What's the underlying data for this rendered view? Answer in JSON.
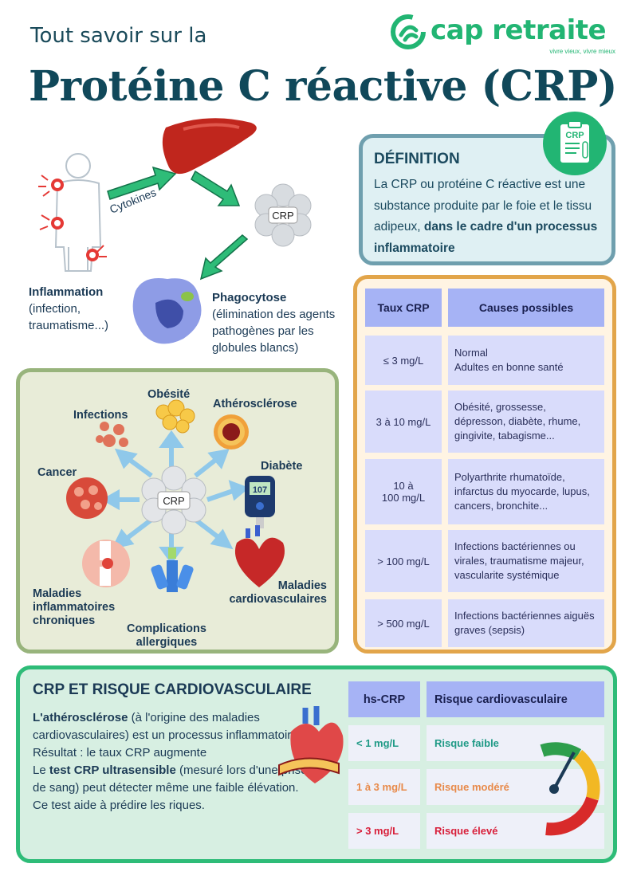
{
  "header": {
    "subtitle": "Tout savoir sur la",
    "title": "Protéine C réactive (CRP)"
  },
  "logo": {
    "name": "cap retraite",
    "tagline": "vivre vieux, vivre mieux",
    "icon": "cap-retraite-logo-icon"
  },
  "diagram": {
    "cytokines": "Cytokines",
    "crp": "CRP",
    "inflammation_title": "Inflammation",
    "inflammation_detail": "(infection, traumatisme...)",
    "phago_title": "Phagocytose",
    "phago_detail": "(élimination des agents pathogènes par les globules blancs)"
  },
  "definition": {
    "title": "DÉFINITION",
    "text_plain": "La CRP ou protéine C réactive est une substance produite par le foie et le tissu adipeux, ",
    "text_bold": "dans le cadre d'un processus inflammatoire",
    "icon": "clipboard-crp-icon",
    "icon_label": "CRP"
  },
  "levels_table": {
    "headers": [
      "Taux CRP",
      "Causes possibles"
    ],
    "rows": [
      {
        "level": "≤ 3 mg/L",
        "causes": "Normal\nAdultes en bonne santé"
      },
      {
        "level": "3 à 10 mg/L",
        "causes": "Obésité, grossesse, dépresson, diabète, rhume, gingivite, tabagisme..."
      },
      {
        "level": "10 à\n100 mg/L",
        "causes": "Polyarthrite rhumatoïde, infarctus du myocarde, lupus, cancers, bronchite..."
      },
      {
        "level": "> 100 mg/L",
        "causes": "Infections bactériennes ou virales, traumatisme majeur, vascularite systémique"
      },
      {
        "level": "> 500 mg/L",
        "causes": "Infections bactériennes aiguës graves (sepsis)"
      }
    ]
  },
  "diseases": {
    "center": "CRP",
    "obesite": "Obésité",
    "infections": "Infections",
    "atherosclerose": "Athérosclérose",
    "diabete": "Diabète",
    "glucometer": "107",
    "cancer": "Cancer",
    "maladies_inflammatoires": "Maladies\ninflammatoires\nchroniques",
    "complications": "Complications\nallergiques",
    "cardio": "Maladies\ncardiovasculaires"
  },
  "risk": {
    "title": "CRP ET RISQUE CARDIOVASCULAIRE",
    "p1_bold": "L'athérosclérose",
    "p1_rest": " (à l'origine des maladies cardiovasculaires) est un processus inflammatoire.",
    "p2": "Résultat : le taux CRP augmente",
    "p3_pre": "Le ",
    "p3_bold": "test CRP ultrasensible",
    "p3_rest": " (mesuré lors d'une prise de sang) peut détecter même une faible élévation.",
    "p4": "Ce test aide à prédire les riques.",
    "table_headers": [
      "hs-CRP",
      "Risque cardiovasculaire"
    ],
    "rows": [
      {
        "level": "< 1 mg/L",
        "risk": "Risque faible",
        "color": "#1f9a86"
      },
      {
        "level": "1 à 3 mg/L",
        "risk": "Risque modéré",
        "color": "#e88a4a"
      },
      {
        "level": "> 3 mg/L",
        "risk": "Risque élevé",
        "color": "#d81f3a"
      }
    ]
  },
  "colors": {
    "brand_green": "#22b573",
    "title_blue": "#10485a",
    "table_header": "#a6b3f5",
    "table_cell": "#d9dcfb"
  }
}
